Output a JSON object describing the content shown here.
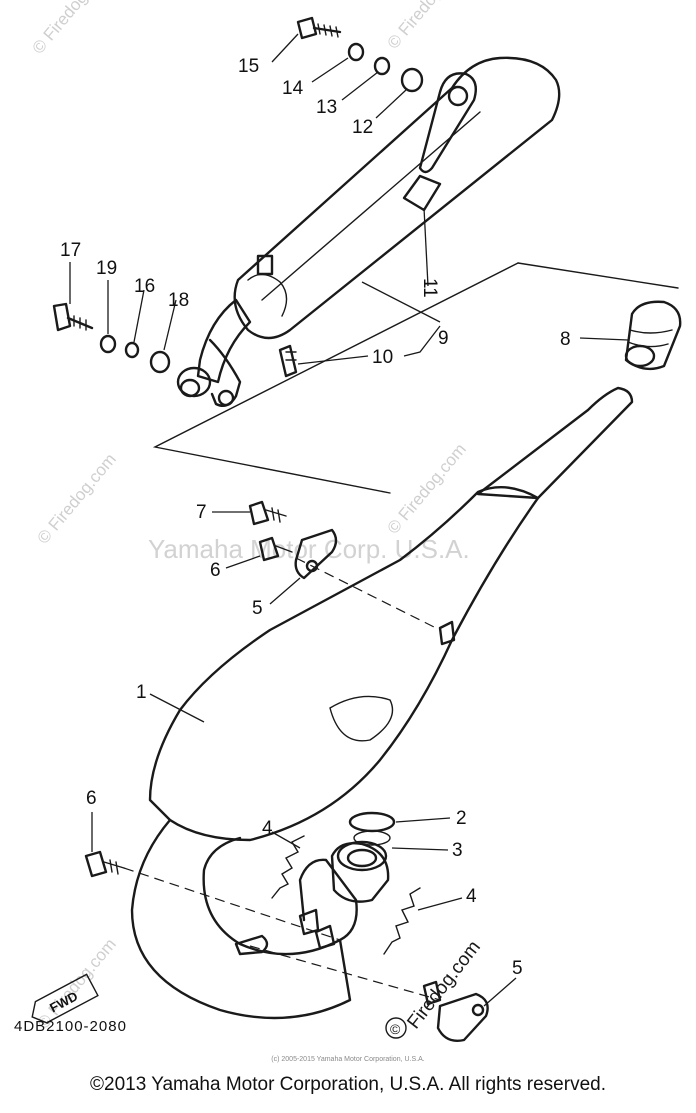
{
  "diagram": {
    "callouts": [
      {
        "id": "15",
        "label": "15"
      },
      {
        "id": "14",
        "label": "14"
      },
      {
        "id": "13",
        "label": "13"
      },
      {
        "id": "12",
        "label": "12"
      },
      {
        "id": "17",
        "label": "17"
      },
      {
        "id": "19",
        "label": "19"
      },
      {
        "id": "16",
        "label": "16"
      },
      {
        "id": "18",
        "label": "18"
      },
      {
        "id": "11",
        "label": "11"
      },
      {
        "id": "9",
        "label": "9"
      },
      {
        "id": "10",
        "label": "10"
      },
      {
        "id": "8",
        "label": "8"
      },
      {
        "id": "7",
        "label": "7"
      },
      {
        "id": "6a",
        "label": "6"
      },
      {
        "id": "5a",
        "label": "5"
      },
      {
        "id": "1",
        "label": "1"
      },
      {
        "id": "6b",
        "label": "6"
      },
      {
        "id": "4a",
        "label": "4"
      },
      {
        "id": "2",
        "label": "2"
      },
      {
        "id": "3",
        "label": "3"
      },
      {
        "id": "4b",
        "label": "4"
      },
      {
        "id": "5b",
        "label": "5"
      }
    ],
    "fwd_label": "FWD",
    "diagram_code": "4DB2100-2080"
  },
  "watermarks": {
    "center": "Yamaha Motor Corp. U.S.A.",
    "firedog": "© Firedog.com",
    "firedog_brand": "Firedog.com",
    "copyright_glyph": "©"
  },
  "footer": {
    "small_copyright": "(c) 2005-2015 Yamaha Motor Corporation, U.S.A.",
    "copyright": "©2013 Yamaha Motor Corporation, U.S.A. All rights reserved."
  }
}
